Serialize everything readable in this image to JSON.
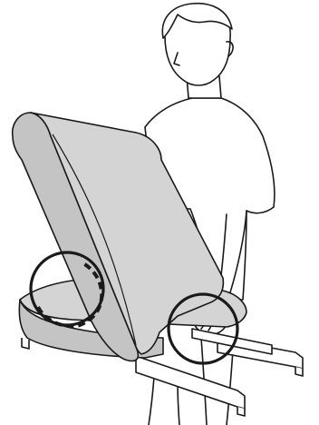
{
  "illustration": {
    "description_tokens": [],
    "colors": {
      "stroke": "#1a1a1a",
      "cushion_fill": "#d4d4d4",
      "cushion_side_fill": "#c4c4c4",
      "skin_fill": "#ffffff",
      "shirt_fill": "#ffffff",
      "background": "#ffffff"
    },
    "callouts": {
      "hinge_circle_style": "solid",
      "hinge_dashed_style": "dashed",
      "grip_circle_style": "solid"
    }
  }
}
